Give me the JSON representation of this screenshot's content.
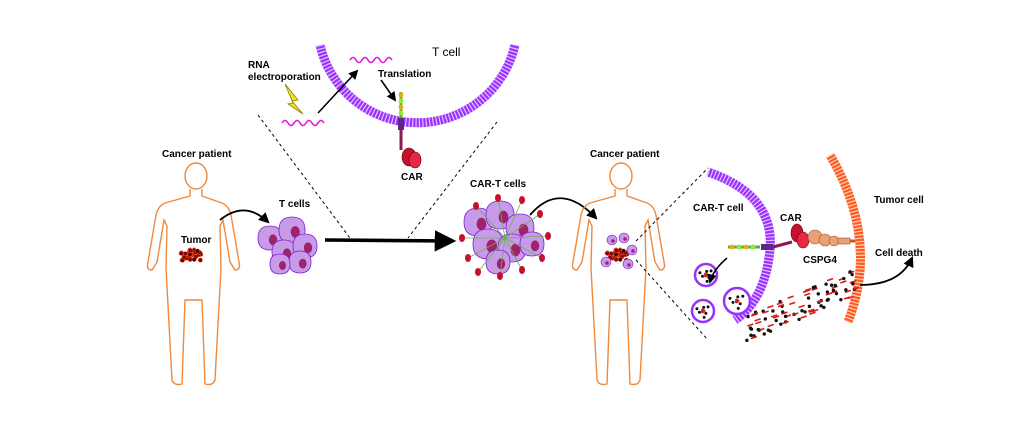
{
  "labels": {
    "t_cell": "T cell",
    "rna_electroporation_line1": "RNA",
    "rna_electroporation_line2": "electroporation",
    "translation": "Translation",
    "car_top": "CAR",
    "cancer_patient_left": "Cancer patient",
    "tumor": "Tumor",
    "t_cells": "T cells",
    "car_t_cells": "CAR-T cells",
    "cancer_patient_right": "Cancer patient",
    "car_t_cell": "CAR-T cell",
    "car_right": "CAR",
    "cspg4": "CSPG4",
    "tumor_cell": "Tumor cell",
    "cell_death": "Cell death"
  },
  "colors": {
    "membrane_purple": "#9b30ff",
    "membrane_purple_dark": "#7a1fd6",
    "tumor_orange": "#ff5a1f",
    "body_outline": "#f0893c",
    "cell_fill": "#c89be8",
    "nucleus": "#a0226a",
    "car_red": "#c8102e",
    "rna_magenta": "#e01ad6",
    "lightning_yellow": "#f5e31a",
    "cspg4_tan": "#e8a074",
    "granule_black": "#111111",
    "granule_red": "#d81b1b"
  }
}
